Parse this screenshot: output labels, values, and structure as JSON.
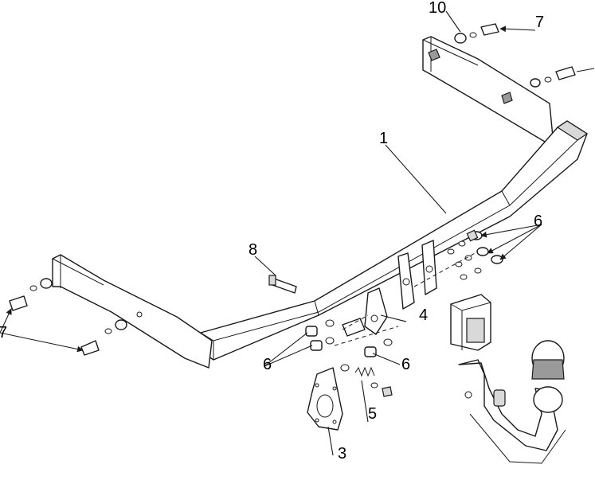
{
  "callouts": {
    "c1": "1",
    "c3": "3",
    "c4": "4",
    "c5": "5",
    "c6a": "6",
    "c6b": "6",
    "c6c": "6",
    "c7a": "7",
    "c7b": "7",
    "c8": "8",
    "c10": "10"
  }
}
